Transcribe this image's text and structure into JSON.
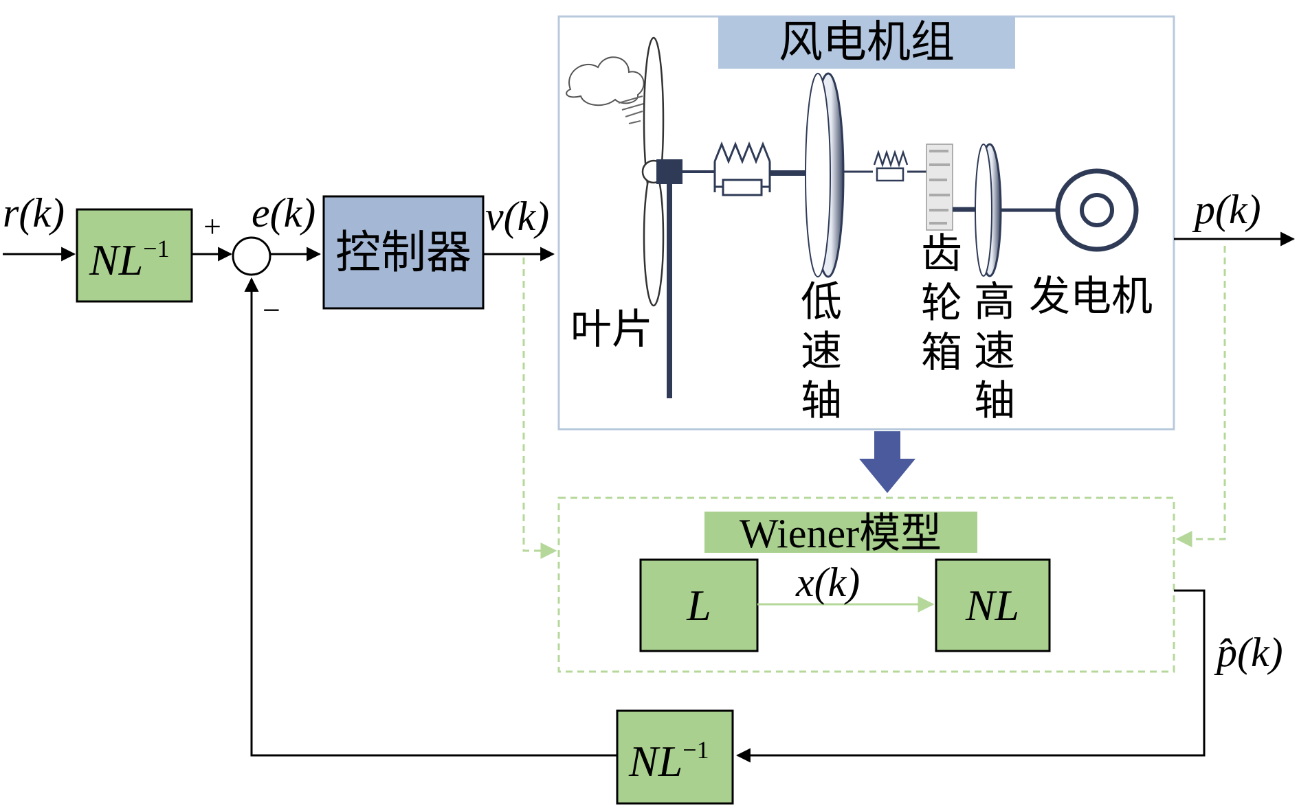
{
  "signals": {
    "r_k": "r(k)",
    "e_k": "e(k)",
    "v_k": "v(k)",
    "p_k": "p(k)",
    "x_k": "x(k)",
    "p_hat_k": "p̂(k)",
    "plus_sign": "+",
    "minus_sign": "−"
  },
  "blocks": {
    "nl_inverse_input": {
      "base": "NL",
      "sup": "−1"
    },
    "controller": "控制器",
    "nl_inverse_feedback": {
      "base": "NL",
      "sup": "−1"
    },
    "linear": "L",
    "nonlinear": "NL"
  },
  "wind_turbine": {
    "title": "风电机组",
    "blade": "叶片",
    "low_speed_shaft": [
      "低",
      "速",
      "轴"
    ],
    "gearbox": [
      "齿",
      "轮",
      "箱"
    ],
    "high_speed_shaft": [
      "高",
      "速",
      "轴"
    ],
    "generator": "发电机"
  },
  "wiener_model": {
    "title": "Wiener模型"
  },
  "colors": {
    "block_green": "#a9d08e",
    "block_blue": "#a4b8d6",
    "turbine_border": "#b8c9dc",
    "title_bg_blue": "#b3c6e0",
    "dashed_green": "#b5d89a",
    "big_arrow": "#4a5a9c",
    "line_black": "#000000"
  }
}
